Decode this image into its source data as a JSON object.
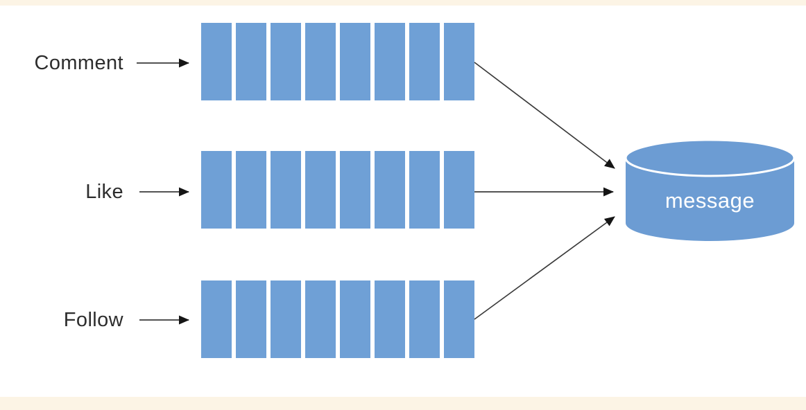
{
  "diagram": {
    "title": "fan-in message queues diagram",
    "rows": [
      {
        "label": "Comment",
        "segments": 8
      },
      {
        "label": "Like",
        "segments": 8
      },
      {
        "label": "Follow",
        "segments": 8
      }
    ],
    "sink": {
      "label": "message",
      "shape": "cylinder"
    },
    "colors": {
      "queue_fill": "#6FA0D6",
      "cylinder_fill": "#6C9CD3",
      "accent_bar": "#FCF4E5",
      "label_text": "#2D2D2D",
      "arrow_line": "#3A3A3A",
      "arrow_head": "#151515",
      "sink_text": "#FFFFFF",
      "cylinder_rim": "#FFFFFF"
    }
  }
}
